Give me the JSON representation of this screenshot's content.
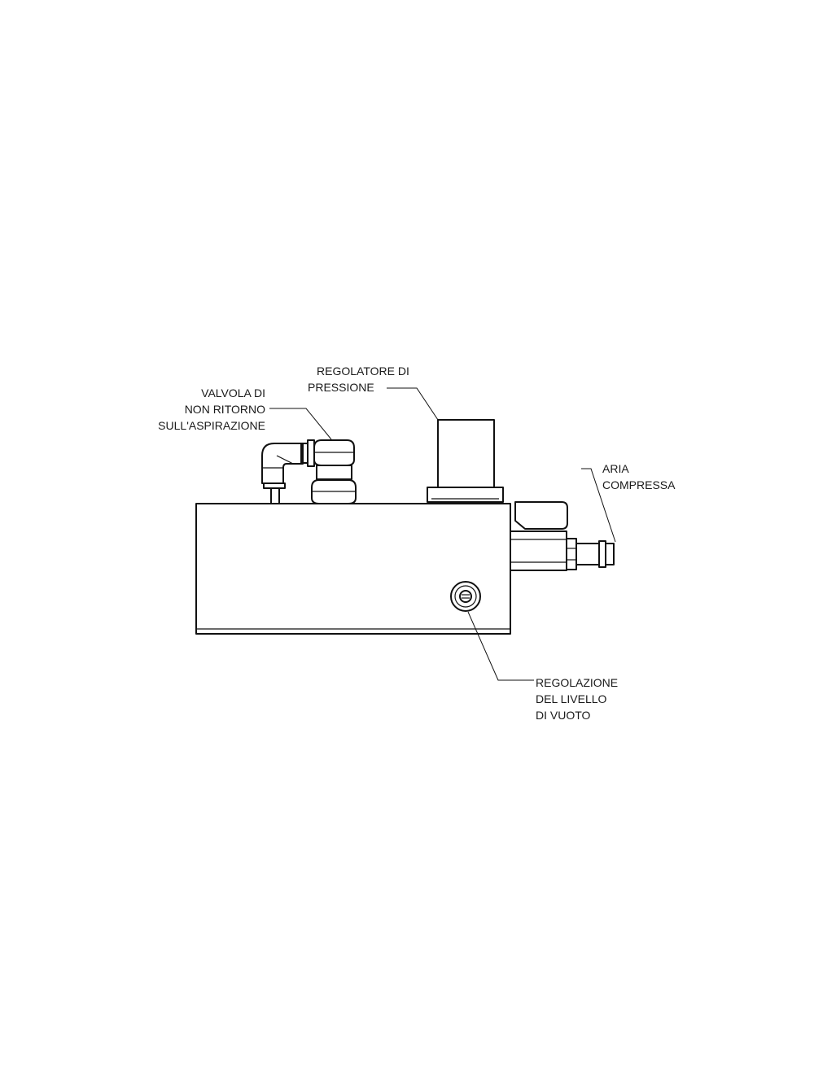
{
  "diagram": {
    "labels": {
      "check_valve": [
        "VALVOLA DI",
        "NON RITORNO",
        "SULL'ASPIRAZIONE"
      ],
      "pressure_regulator": [
        "REGOLATORE DI",
        "PRESSIONE"
      ],
      "compressed_air": [
        "ARIA",
        "COMPRESSA"
      ],
      "vacuum_adjust": [
        "REGOLAZIONE",
        "DEL LIVELLO",
        "DI VUOTO"
      ]
    }
  }
}
